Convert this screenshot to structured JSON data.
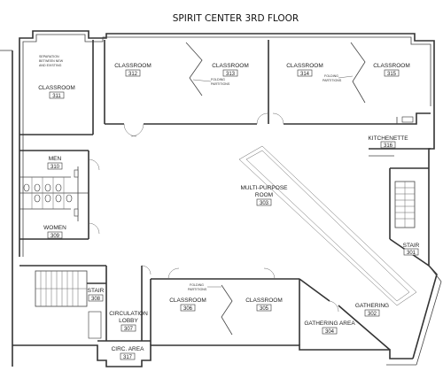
{
  "title": "SPIRIT CENTER 3RD FLOOR",
  "rooms": [
    {
      "id": "classroom-311",
      "name": "CLASSROOM",
      "number": "311"
    },
    {
      "id": "classroom-312",
      "name": "CLASSROOM",
      "number": "312"
    },
    {
      "id": "classroom-313",
      "name": "CLASSROOM",
      "number": "313"
    },
    {
      "id": "classroom-314",
      "name": "CLASSROOM",
      "number": "314"
    },
    {
      "id": "classroom-315",
      "name": "CLASSROOM",
      "number": "315"
    },
    {
      "id": "men-310",
      "name": "MEN",
      "number": "310"
    },
    {
      "id": "women-309",
      "name": "WOMEN",
      "number": "309"
    },
    {
      "id": "kitchenette-316",
      "name": "KITCHENETTE",
      "number": "316"
    },
    {
      "id": "multi-purpose-303",
      "name_line1": "MULTI-PURPOSE",
      "name_line2": "ROOM",
      "number": "303"
    },
    {
      "id": "stair-301",
      "name": "STAIR",
      "number": "301"
    },
    {
      "id": "stair-308",
      "name": "STAIR",
      "number": "308"
    },
    {
      "id": "circulation-lobby-307",
      "name_line1": "CIRCULATION",
      "name_line2": "LOBBY",
      "number": "307"
    },
    {
      "id": "circ-area-317",
      "name": "CIRC. AREA",
      "number": "317"
    },
    {
      "id": "classroom-306",
      "name": "CLASSROOM",
      "number": "306"
    },
    {
      "id": "classroom-305",
      "name": "CLASSROOM",
      "number": "305"
    },
    {
      "id": "gathering-area-304",
      "name": "GATHERING AREA",
      "number": "304"
    },
    {
      "id": "gathering-302",
      "name": "GATHERING",
      "number": "302"
    }
  ],
  "notes": {
    "separation": [
      "SEPARATION",
      "BETWEEN NEW",
      "AND EXISTING"
    ],
    "folding_partitions": [
      "FOLDING",
      "PARTITIONS"
    ]
  }
}
